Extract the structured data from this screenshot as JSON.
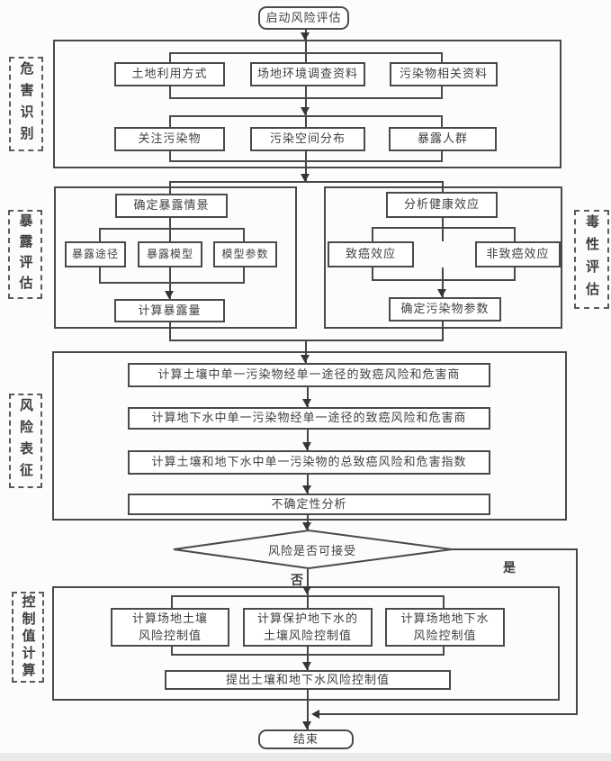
{
  "colors": {
    "line": "#4a4a4a",
    "text": "#3f3f3f",
    "background": "#fcfcfc",
    "footer_strip": "#e9ebeb",
    "box_fill": "#ffffff"
  },
  "start_label": "启动风险评估",
  "end_label": "结束",
  "hazard": {
    "label": "危害识别",
    "row1": [
      "土地利用方式",
      "场地环境调查资料",
      "污染物相关资料"
    ],
    "row2": [
      "关注污染物",
      "污染空间分布",
      "暴露人群"
    ]
  },
  "exposure": {
    "label": "暴露评估",
    "top": "确定暴露情景",
    "items": [
      "暴露途径",
      "暴露模型",
      "模型参数"
    ],
    "bottom": "计算暴露量"
  },
  "toxicity": {
    "label": "毒性评估",
    "top": "分析健康效应",
    "items": [
      "致癌效应",
      "非致癌效应"
    ],
    "bottom": "确定污染物参数"
  },
  "characterization": {
    "label": "风险表征",
    "steps": [
      "计算土壤中单一污染物经单一途径的致癌风险和危害商",
      "计算地下水中单一污染物经单一途径的致癌风险和危害商",
      "计算土壤和地下水中单一污染物的总致癌风险和危害指数",
      "不确定性分析"
    ]
  },
  "decision": {
    "question": "风险是否可接受",
    "no": "否",
    "yes": "是"
  },
  "control": {
    "label": "控制值计算",
    "boxes": [
      {
        "line1": "计算场地土壤",
        "line2": "风险控制值"
      },
      {
        "line1": "计算保护地下水的",
        "line2": "土壤风险控制值"
      },
      {
        "line1": "计算场地地下水",
        "line2": "风险控制值"
      }
    ],
    "summary": "提出土壤和地下水风险控制值"
  }
}
